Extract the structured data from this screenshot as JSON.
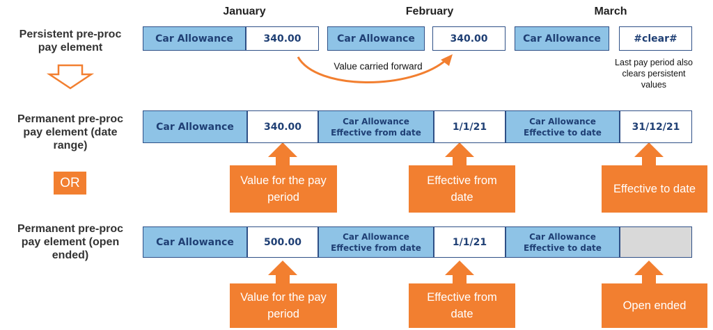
{
  "months": [
    "January",
    "February",
    "March"
  ],
  "colors": {
    "cell_blue": "#8ec3e6",
    "cell_border": "#2e4f86",
    "callout_orange": "#f27f30",
    "cleared_grey": "#d9d9d9"
  },
  "row1": {
    "label": [
      "Persistent pre-proc",
      "pay element"
    ],
    "cells": [
      "Car Allowance",
      "340.00",
      "Car Allowance",
      "340.00",
      "Car Allowance",
      "#clear#"
    ],
    "carry_label": "Value carried forward",
    "note": [
      "Last pay period also",
      "clears persistent",
      "values"
    ]
  },
  "or_label": "OR",
  "row2": {
    "label": [
      "Permanent pre-proc",
      "pay element (date",
      "range)"
    ],
    "cells": {
      "name": "Car Allowance",
      "value": "340.00",
      "from_label": [
        "Car Allowance",
        "Effective from date"
      ],
      "from_value": "1/1/21",
      "to_label": [
        "Car Allowance",
        "Effective to date"
      ],
      "to_value": "31/12/21"
    },
    "callouts": [
      [
        "Value for the pay",
        "period"
      ],
      [
        "Effective from",
        "date"
      ],
      [
        "Effective to date"
      ]
    ]
  },
  "row3": {
    "label": [
      "Permanent pre-proc",
      "pay element (open",
      "ended)"
    ],
    "cells": {
      "name": "Car Allowance",
      "value": "500.00",
      "from_label": [
        "Car Allowance",
        "Effective from date"
      ],
      "from_value": "1/1/21",
      "to_label": [
        "Car Allowance",
        "Effective to date"
      ],
      "to_value": ""
    },
    "callouts": [
      [
        "Value for the pay",
        "period"
      ],
      [
        "Effective from",
        "date"
      ],
      [
        "Open ended"
      ]
    ]
  }
}
